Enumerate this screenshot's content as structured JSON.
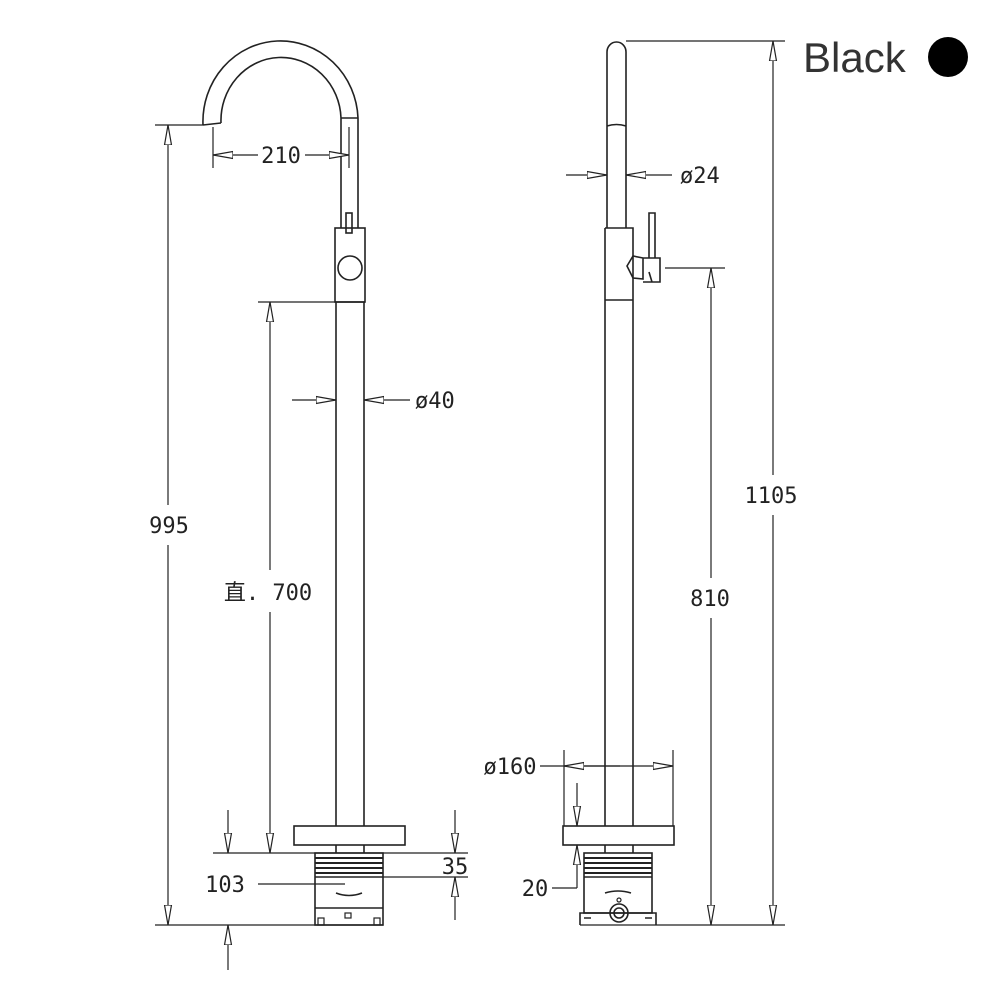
{
  "finish": {
    "label": "Black",
    "swatch_color": "#000000"
  },
  "front_view": {
    "dim_spout_reach": "210",
    "dim_pipe_diameter": "ø40",
    "dim_overall_height": "995",
    "dim_handle_height": "直. 700",
    "dim_box_depth": "103",
    "dim_box_top": "35"
  },
  "side_view": {
    "dim_spout_diameter": "ø24",
    "dim_overall_height": "1105",
    "dim_handle_height": "810",
    "dim_flange_diameter": "ø160",
    "dim_flange_thickness": "20"
  }
}
